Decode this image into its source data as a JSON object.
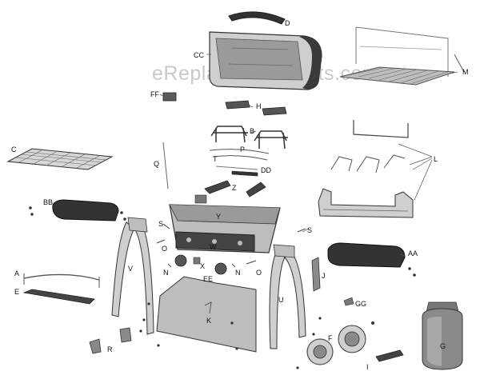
{
  "watermark": "eReplacementParts.com",
  "colors": {
    "outline": "#333333",
    "metal_dark": "#3a3a3a",
    "metal_mid": "#8a8a8a",
    "metal_light": "#cfcfcf",
    "panel": "#bdbdbd",
    "watermark": "#c9c9c9"
  },
  "labels": {
    "D": "D",
    "CC": "CC",
    "M": "M",
    "FF": "FF",
    "H": "H",
    "B": "B",
    "C": "C",
    "P": "P",
    "L": "L",
    "Q": "Q",
    "T": "T",
    "DD": "DD",
    "Z": "Z",
    "BB": "BB",
    "S": "S",
    "Y": "Y",
    "W": "W",
    "AA": "AA",
    "O": "O",
    "X": "X",
    "V": "V",
    "N": "N",
    "EE": "EE",
    "J": "J",
    "A": "A",
    "E": "E",
    "U": "U",
    "GG": "GG",
    "K": "K",
    "G": "G",
    "F": "F",
    "R": "R",
    "I": "I"
  }
}
